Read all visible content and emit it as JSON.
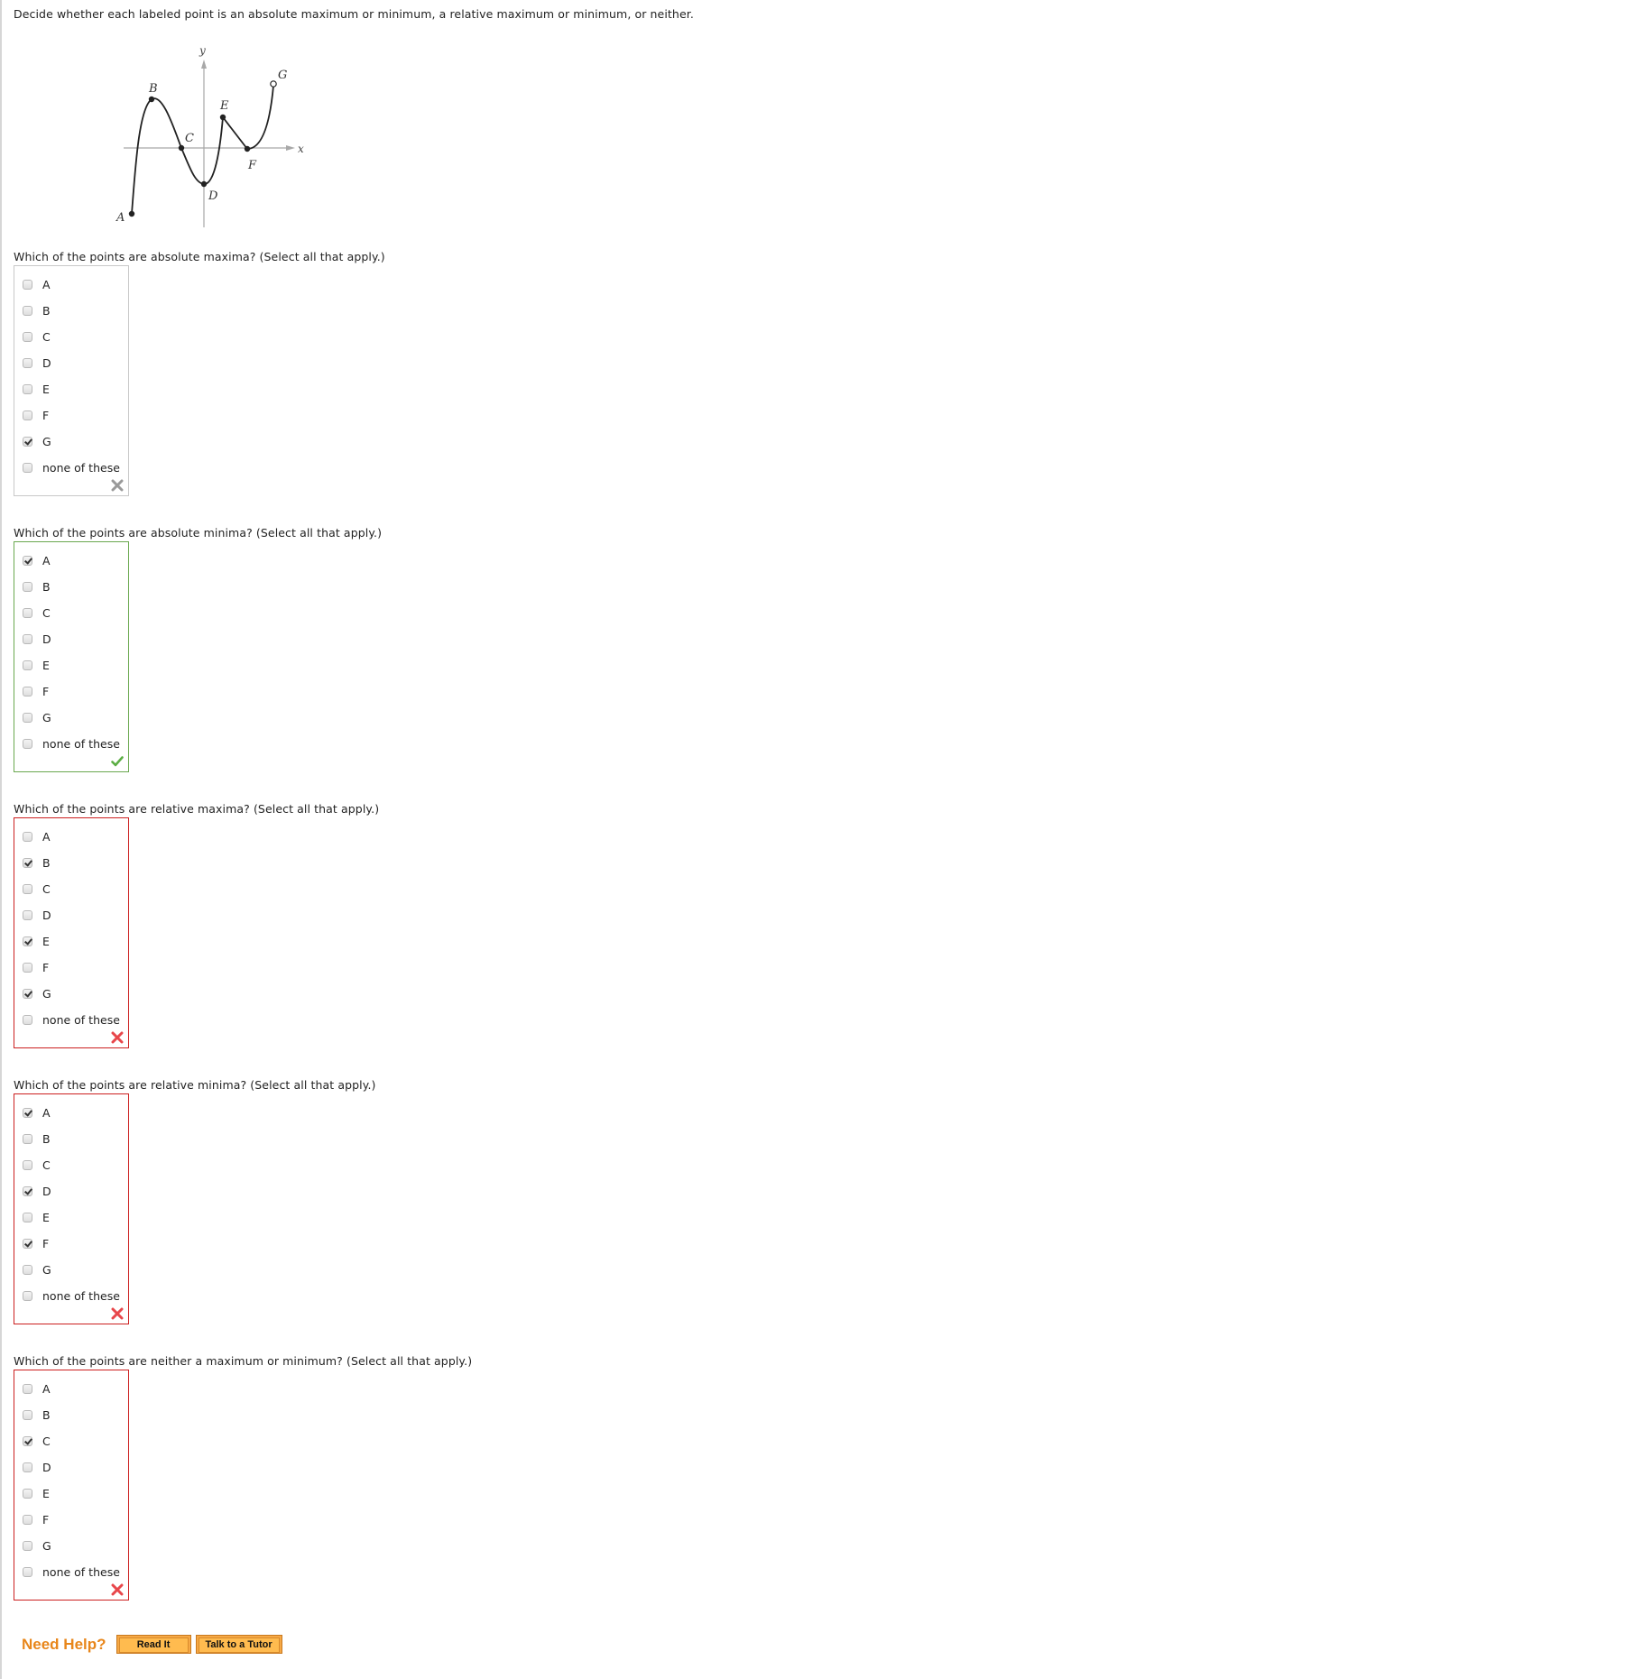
{
  "prompt": "Decide whether each labeled point is an absolute maximum or minimum, a relative maximum or minimum, or neither.",
  "graph": {
    "axis_labels": {
      "x": "x",
      "y": "y"
    },
    "points": [
      {
        "label": "A",
        "filled": true
      },
      {
        "label": "B",
        "filled": true
      },
      {
        "label": "C",
        "filled": true
      },
      {
        "label": "D",
        "filled": true
      },
      {
        "label": "E",
        "filled": true
      },
      {
        "label": "F",
        "filled": true
      },
      {
        "label": "G",
        "filled": false
      }
    ]
  },
  "questions": [
    {
      "text": "Which of the points are absolute maxima? (Select all that apply.)",
      "status": "neutral",
      "feedback_icon": "gray-x-icon",
      "choices": [
        {
          "label": "A",
          "checked": false
        },
        {
          "label": "B",
          "checked": false
        },
        {
          "label": "C",
          "checked": false
        },
        {
          "label": "D",
          "checked": false
        },
        {
          "label": "E",
          "checked": false
        },
        {
          "label": "F",
          "checked": false
        },
        {
          "label": "G",
          "checked": true
        },
        {
          "label": "none of these",
          "checked": false
        }
      ]
    },
    {
      "text": "Which of the points are absolute minima? (Select all that apply.)",
      "status": "correct",
      "feedback_icon": "green-check-icon",
      "choices": [
        {
          "label": "A",
          "checked": true
        },
        {
          "label": "B",
          "checked": false
        },
        {
          "label": "C",
          "checked": false
        },
        {
          "label": "D",
          "checked": false
        },
        {
          "label": "E",
          "checked": false
        },
        {
          "label": "F",
          "checked": false
        },
        {
          "label": "G",
          "checked": false
        },
        {
          "label": "none of these",
          "checked": false
        }
      ]
    },
    {
      "text": "Which of the points are relative maxima? (Select all that apply.)",
      "status": "incorrect",
      "feedback_icon": "red-x-icon",
      "choices": [
        {
          "label": "A",
          "checked": false
        },
        {
          "label": "B",
          "checked": true
        },
        {
          "label": "C",
          "checked": false
        },
        {
          "label": "D",
          "checked": false
        },
        {
          "label": "E",
          "checked": true
        },
        {
          "label": "F",
          "checked": false
        },
        {
          "label": "G",
          "checked": true
        },
        {
          "label": "none of these",
          "checked": false
        }
      ]
    },
    {
      "text": "Which of the points are relative minima? (Select all that apply.)",
      "status": "incorrect",
      "feedback_icon": "red-x-icon",
      "choices": [
        {
          "label": "A",
          "checked": true
        },
        {
          "label": "B",
          "checked": false
        },
        {
          "label": "C",
          "checked": false
        },
        {
          "label": "D",
          "checked": true
        },
        {
          "label": "E",
          "checked": false
        },
        {
          "label": "F",
          "checked": true
        },
        {
          "label": "G",
          "checked": false
        },
        {
          "label": "none of these",
          "checked": false
        }
      ]
    },
    {
      "text": "Which of the points are neither a maximum or minimum? (Select all that apply.)",
      "status": "incorrect",
      "feedback_icon": "red-x-icon",
      "choices": [
        {
          "label": "A",
          "checked": false
        },
        {
          "label": "B",
          "checked": false
        },
        {
          "label": "C",
          "checked": true
        },
        {
          "label": "D",
          "checked": false
        },
        {
          "label": "E",
          "checked": false
        },
        {
          "label": "F",
          "checked": false
        },
        {
          "label": "G",
          "checked": false
        },
        {
          "label": "none of these",
          "checked": false
        }
      ]
    }
  ],
  "help": {
    "label": "Need Help?",
    "buttons": [
      {
        "label": "Read It"
      },
      {
        "label": "Talk to a Tutor"
      }
    ]
  },
  "colors": {
    "correct_border": "#6aa84f",
    "incorrect_border": "#cc1f1f",
    "neutral_border": "#c8c8c8",
    "help_orange": "#e8861a",
    "button_fill": "#ffbb4f"
  }
}
